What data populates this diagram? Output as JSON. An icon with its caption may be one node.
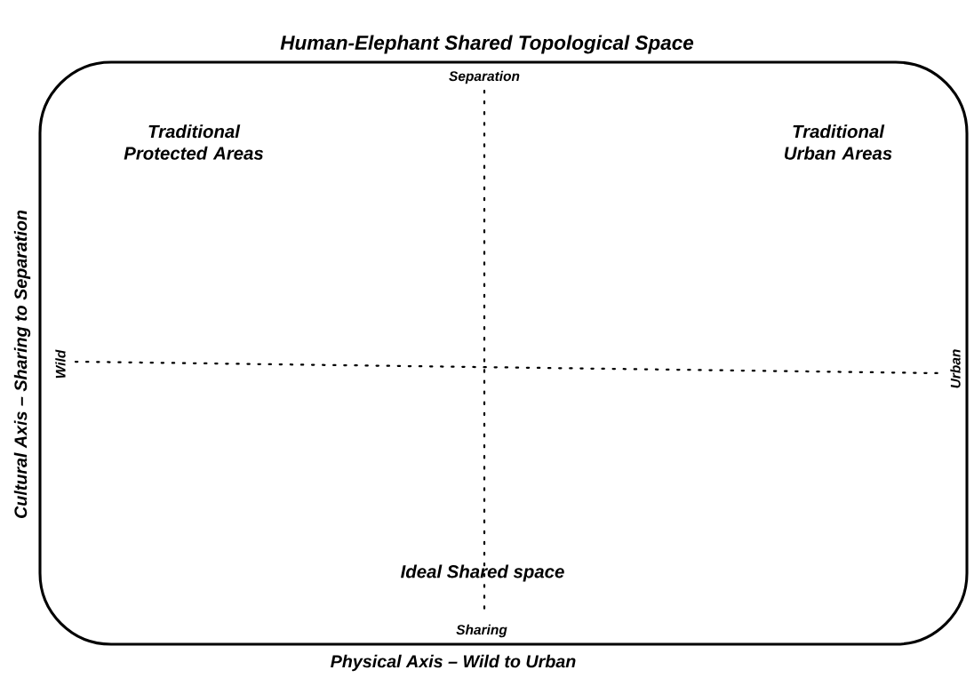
{
  "diagram": {
    "title": "Human-Elephant Shared Topological Space",
    "labels": [
      "Separation",
      "Traditional Protected Areas",
      "Traditional Urban Areas",
      "Cultural Axis – Sharing to Separation",
      "Wild",
      "Urban",
      "Ideal Shared space",
      "Sharing",
      "Physical Axis – Wild to Urban"
    ]
  }
}
